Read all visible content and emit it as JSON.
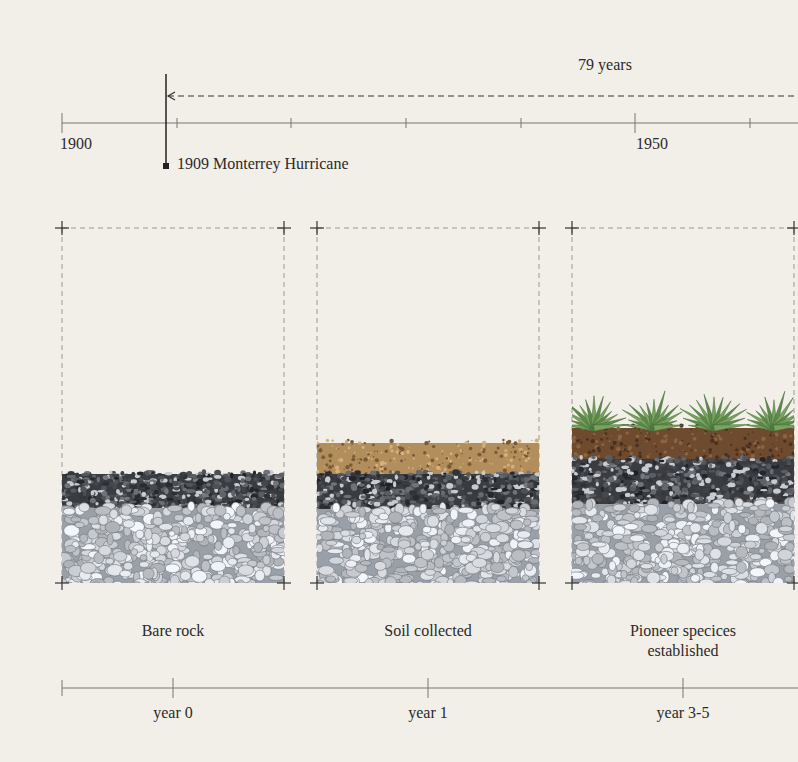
{
  "diagram": {
    "nodes": [
      {
        "text": [
          "Bare rock"
        ]
      },
      {
        "text": [
          "Soil collected"
        ]
      },
      {
        "text": [
          "Pioneer specices established"
        ]
      }
    ],
    "labels": [
      "79 years",
      "1900",
      "1950",
      "1909 Monterrey Hurricane",
      "year 0",
      "year 1",
      "year 3-5"
    ]
  }
}
